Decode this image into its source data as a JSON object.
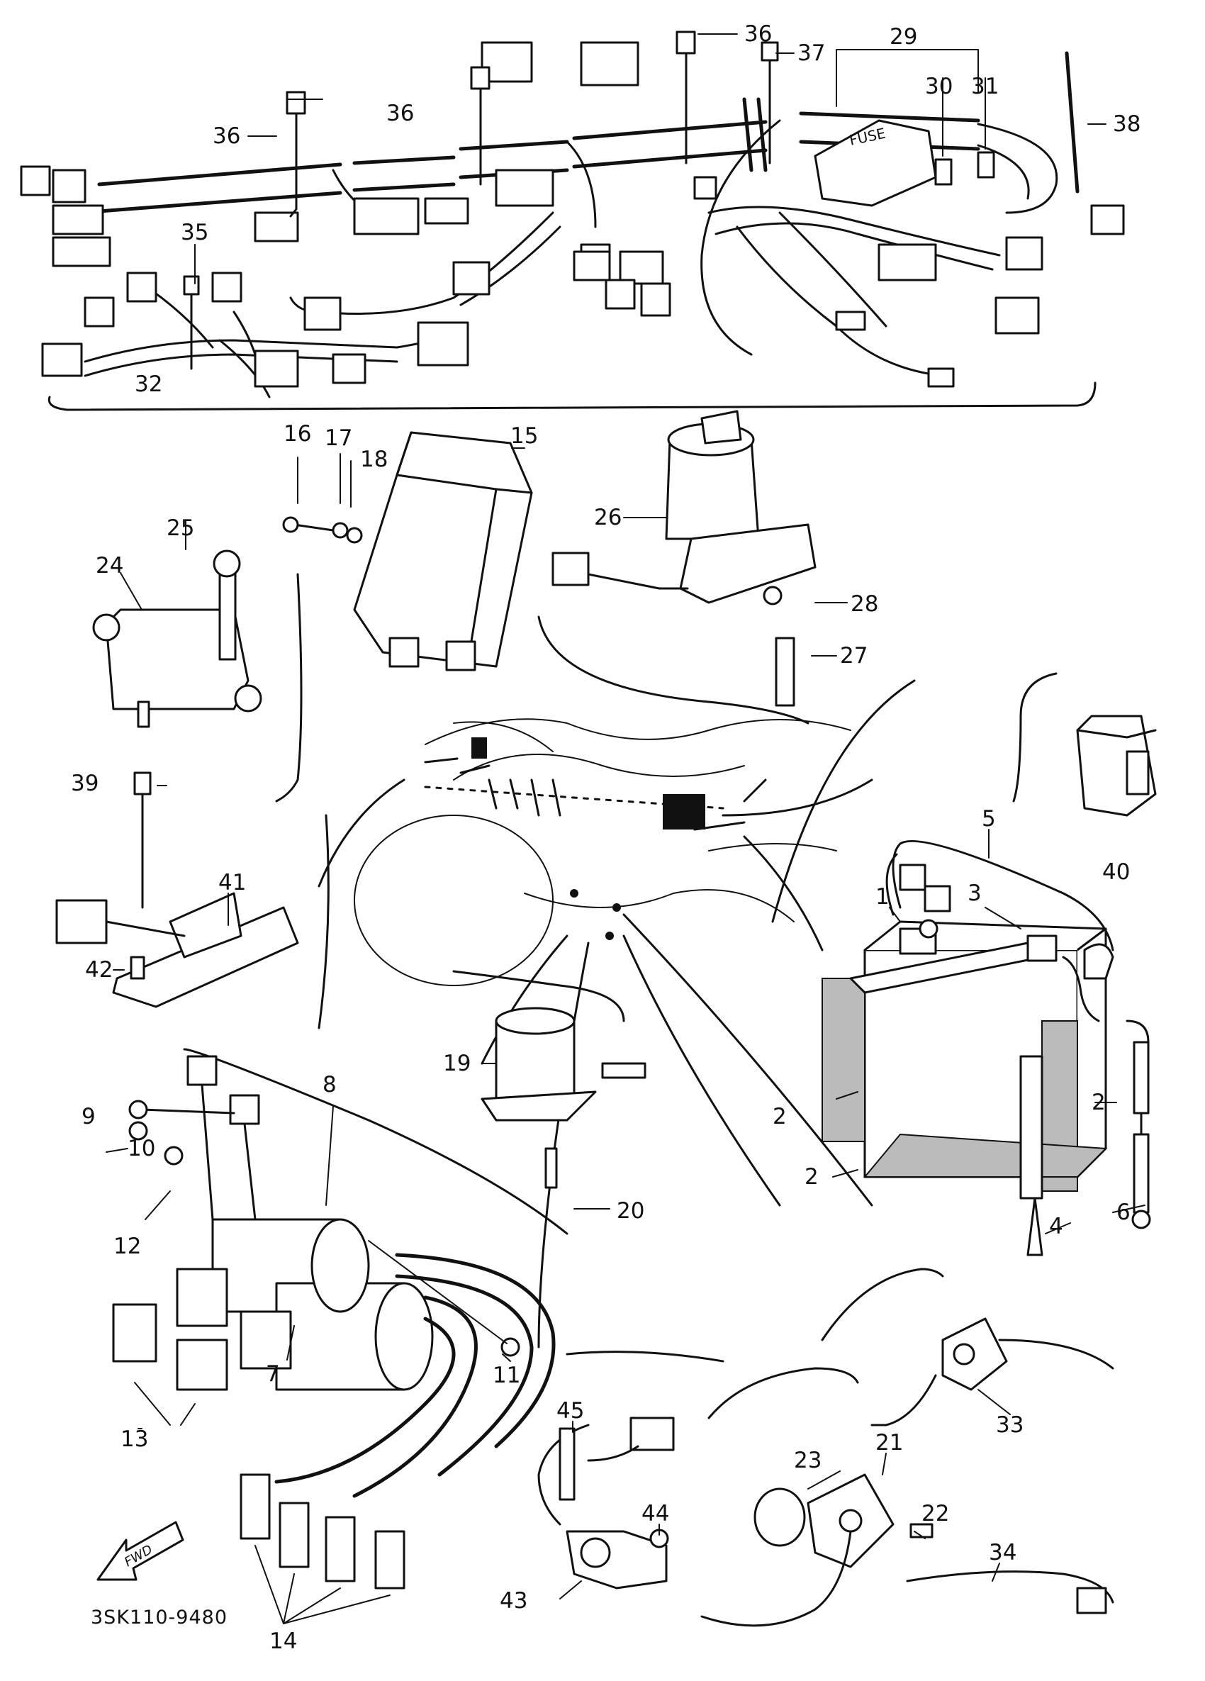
{
  "diagram": {
    "code": "3SK110-9480",
    "fwd_label": "FWD",
    "callouts": [
      {
        "id": "n1",
        "label": "1"
      },
      {
        "id": "n2a",
        "label": "2"
      },
      {
        "id": "n2b",
        "label": "2"
      },
      {
        "id": "n2c",
        "label": "2"
      },
      {
        "id": "n3",
        "label": "3"
      },
      {
        "id": "n4",
        "label": "4"
      },
      {
        "id": "n5",
        "label": "5"
      },
      {
        "id": "n6",
        "label": "6"
      },
      {
        "id": "n7",
        "label": "7"
      },
      {
        "id": "n8",
        "label": "8"
      },
      {
        "id": "n9",
        "label": "9"
      },
      {
        "id": "n10",
        "label": "10"
      },
      {
        "id": "n11",
        "label": "11"
      },
      {
        "id": "n12",
        "label": "12"
      },
      {
        "id": "n13",
        "label": "13"
      },
      {
        "id": "n14",
        "label": "14"
      },
      {
        "id": "n15",
        "label": "15"
      },
      {
        "id": "n16",
        "label": "16"
      },
      {
        "id": "n17",
        "label": "17"
      },
      {
        "id": "n18",
        "label": "18"
      },
      {
        "id": "n19",
        "label": "19"
      },
      {
        "id": "n20",
        "label": "20"
      },
      {
        "id": "n21",
        "label": "21"
      },
      {
        "id": "n22",
        "label": "22"
      },
      {
        "id": "n23",
        "label": "23"
      },
      {
        "id": "n24",
        "label": "24"
      },
      {
        "id": "n25",
        "label": "25"
      },
      {
        "id": "n26",
        "label": "26"
      },
      {
        "id": "n27",
        "label": "27"
      },
      {
        "id": "n28",
        "label": "28"
      },
      {
        "id": "n29",
        "label": "29"
      },
      {
        "id": "n30",
        "label": "30"
      },
      {
        "id": "n31",
        "label": "31"
      },
      {
        "id": "n32",
        "label": "32"
      },
      {
        "id": "n33",
        "label": "33"
      },
      {
        "id": "n34",
        "label": "34"
      },
      {
        "id": "n35",
        "label": "35"
      },
      {
        "id": "n36a",
        "label": "36"
      },
      {
        "id": "n36b",
        "label": "36"
      },
      {
        "id": "n36c",
        "label": "36"
      },
      {
        "id": "n37",
        "label": "37"
      },
      {
        "id": "n38",
        "label": "38"
      },
      {
        "id": "n39",
        "label": "39"
      },
      {
        "id": "n40",
        "label": "40"
      },
      {
        "id": "n41",
        "label": "41"
      },
      {
        "id": "n42",
        "label": "42"
      },
      {
        "id": "n43",
        "label": "43"
      },
      {
        "id": "n44",
        "label": "44"
      },
      {
        "id": "n45",
        "label": "45"
      }
    ]
  }
}
